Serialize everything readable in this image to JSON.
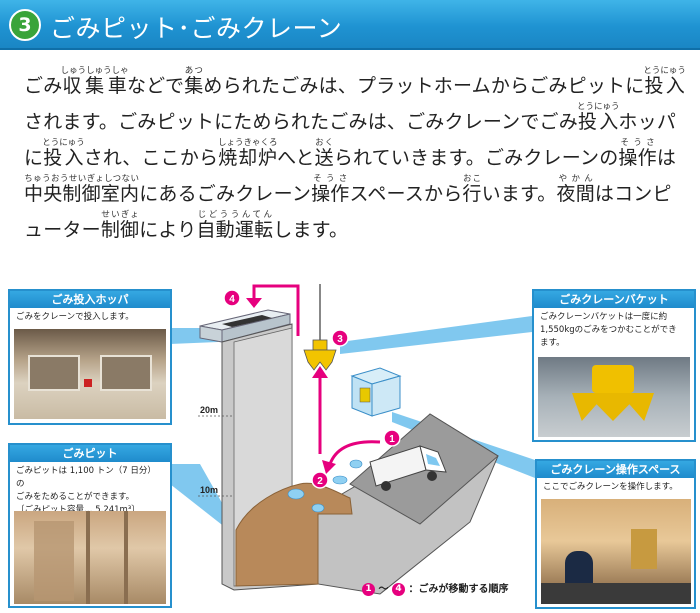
{
  "header": {
    "number": "3",
    "title": "ごみピット･ごみクレーン"
  },
  "paragraph": [
    {
      "t": "ごみ"
    },
    {
      "r": "収集車",
      "rt": "しゅうしゅうしゃ"
    },
    {
      "t": "などで"
    },
    {
      "r": "集",
      "rt": "あつ"
    },
    {
      "t": "められたごみは、プラットホームからごみピットに"
    },
    {
      "r": "投入",
      "rt": "とうにゅう"
    },
    {
      "t": "されます。ごみピットにためられたごみは、ごみクレーンでごみ"
    },
    {
      "r": "投入",
      "rt": "とうにゅう"
    },
    {
      "t": "ホッパに"
    },
    {
      "r": "投入",
      "rt": "とうにゅう"
    },
    {
      "t": "され、ここから"
    },
    {
      "r": "焼却炉",
      "rt": "しょうきゃくろ"
    },
    {
      "t": "へと"
    },
    {
      "r": "送",
      "rt": "おく"
    },
    {
      "t": "られていきます。ごみクレーンの"
    },
    {
      "r": "操作",
      "rt": "そうさ"
    },
    {
      "t": "は"
    },
    {
      "r": "中央制御室内",
      "rt": "ちゅうおうせいぎょしつない"
    },
    {
      "t": "にあるごみクレーン"
    },
    {
      "r": "操作",
      "rt": "そうさ"
    },
    {
      "t": "スペースから"
    },
    {
      "r": "行",
      "rt": "おこ"
    },
    {
      "t": "います。"
    },
    {
      "r": "夜間",
      "rt": "やかん"
    },
    {
      "t": "はコンピューター"
    },
    {
      "r": "制御",
      "rt": "せいぎょ"
    },
    {
      "t": "により"
    },
    {
      "r": "自動運転",
      "rt": "じどううんてん"
    },
    {
      "t": "します。"
    }
  ],
  "boxes": {
    "hopper": {
      "title": "ごみ投入ホッパ",
      "text": "ごみをクレーンで投入します。"
    },
    "pit": {
      "title": "ごみピット",
      "text1": "ごみピットは 1,100 トン（7 日分）の",
      "text2": "ごみをためることができます。",
      "text3": "〔ごみピット容量… 5,241m³〕"
    },
    "bucket": {
      "title": "ごみクレーンバケット",
      "text1": "ごみクレーンバケットは一度に約",
      "text2": "1,550kgのごみをつかむことができ",
      "text3": "ます。"
    },
    "operation": {
      "title": "ごみクレーン操作スペース",
      "text": "ここでごみクレーンを操作します。"
    }
  },
  "labels": {
    "h20": "20m",
    "h10": "10m"
  },
  "steps": [
    "1",
    "2",
    "3",
    "4"
  ],
  "legend": {
    "from": "1",
    "sep": "～",
    "to": "4",
    "text": "：ごみが移動する順序"
  },
  "colors": {
    "accent": "#1f93d2",
    "step": "#e6007e",
    "badge": "#3aa43a"
  }
}
